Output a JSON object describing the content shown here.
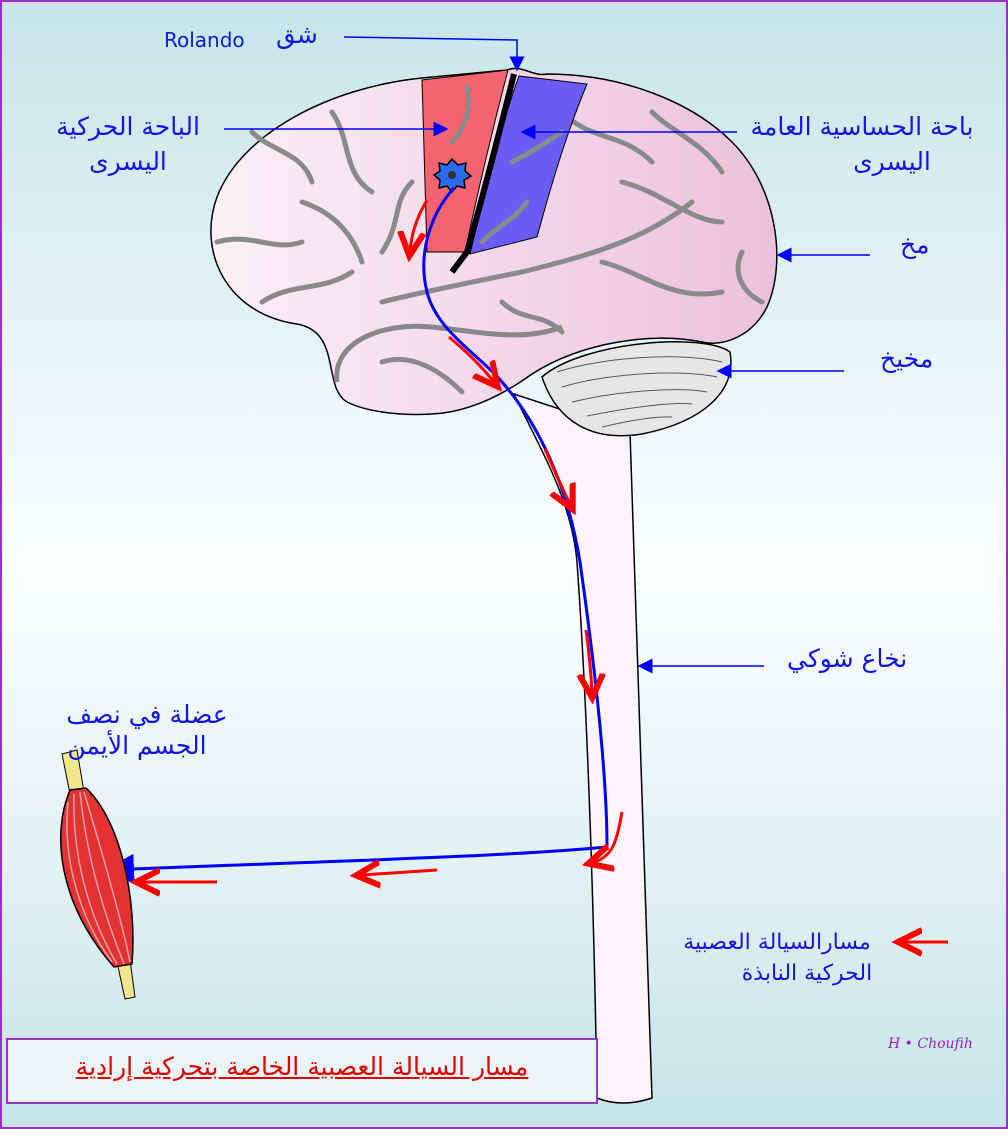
{
  "labels": {
    "rolando_latin": "Rolando",
    "rolando_arabic": "شق",
    "motor_area": [
      "الباحة الحركية",
      "اليسرى"
    ],
    "sensory_area": [
      "باحة الحساسية العامة",
      "اليسرى"
    ],
    "cerebrum": "مخ",
    "cerebellum": "مخيخ",
    "spinal_cord": "نخاع شوكي",
    "muscle": [
      "عضلة في نصف",
      "الجسم الأيمن"
    ],
    "legend": [
      "مسارالسيالة العصبية",
      "الحركية النابذة"
    ]
  },
  "caption": "مسار السيالة العصبية الخاصة بتحركية إرادية",
  "signature": "H • Choufih",
  "colors": {
    "label": "#1414e6",
    "path": "#0000ff",
    "impulse": "#ff0000",
    "motor": "#f4646e",
    "sensory": "#6a5cf4",
    "border": "#9a2fc9"
  }
}
